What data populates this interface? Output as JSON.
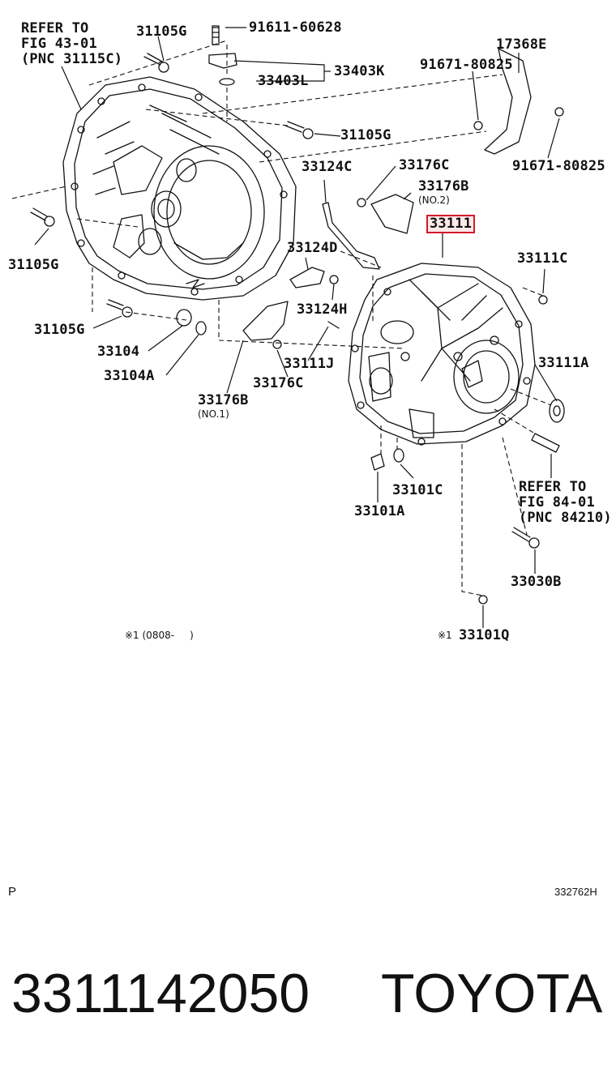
{
  "labels": {
    "refer1": [
      "REFER TO",
      "FIG 43-01",
      "(PNC 31115C)"
    ],
    "p31105g_a": "31105G",
    "p91611": "91611-60628",
    "p33403k": "33403K",
    "p33403l": "33403L",
    "p17368e": "17368E",
    "p91671_a": "91671-80825",
    "p91671_b": "91671-80825",
    "p31105g_b": "31105G",
    "p33124c": "33124C",
    "p33176c_a": "33176C",
    "p33176b_a": "33176B",
    "no2": "(NO.2)",
    "p33111": "33111",
    "p31105g_c": "31105G",
    "p33124d": "33124D",
    "p33111c": "33111C",
    "p33124h": "33124H",
    "p31105g_d": "31105G",
    "p33104": "33104",
    "p33111j": "33111J",
    "p33111a": "33111A",
    "p33104a": "33104A",
    "p33176c_b": "33176C",
    "p33176b_b": "33176B",
    "no1": "(NO.1)",
    "p33101c": "33101C",
    "refer2": [
      "REFER TO",
      "FIG 84-01",
      "(PNC 84210)"
    ],
    "p33101a": "33101A",
    "p33030b": "33030B",
    "note1": "※1 (0808-     )",
    "note2": "※1",
    "p33101q": "33101Q"
  },
  "footer": {
    "page_mark": "P",
    "diagram_code": "332762H",
    "part_number": "3311142050",
    "brand": "TOYOTA"
  },
  "highlight_color": "#d11a2a"
}
